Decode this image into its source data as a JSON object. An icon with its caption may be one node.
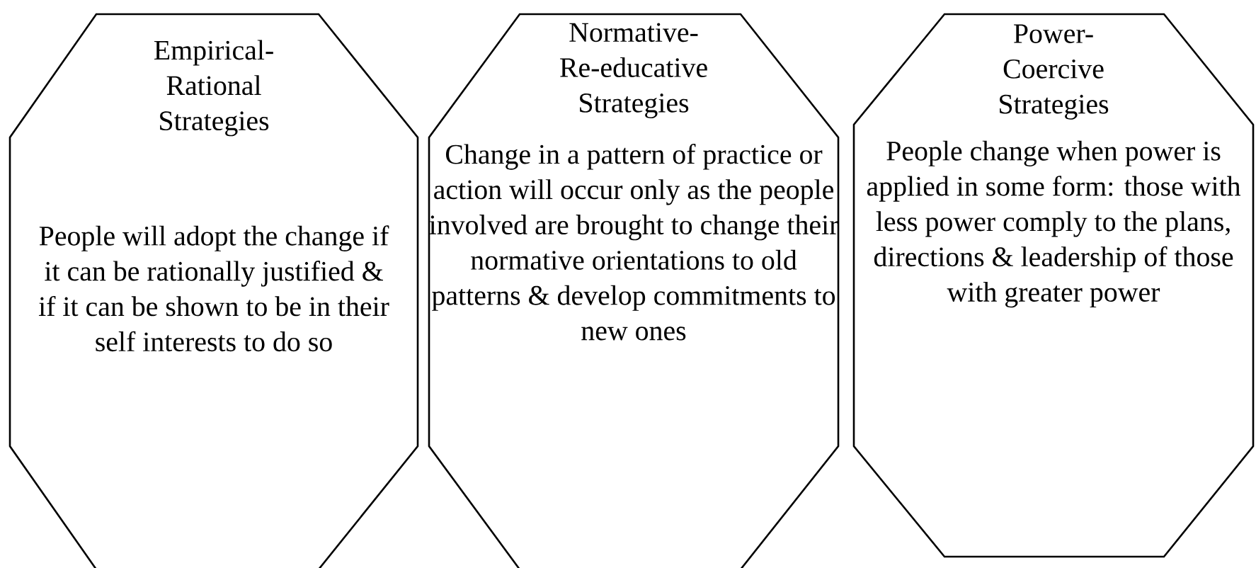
{
  "diagram": {
    "nodes": [
      {
        "text": [
          "Empirical- Rational Strategies",
          "People will adopt the change if it can be rationally justified & if it can be shown to be in their self interests to do so"
        ]
      },
      {
        "text": [
          "Normative- Re-educative Strategies",
          "Change in a pattern of practice or action will occur only as the people involved are brought to change their normative orientations  to old patterns & develop commitments to new ones"
        ]
      },
      {
        "text": [
          "Power- Coercive Strategies",
          "People change when power is applied in some form: those with less power comply to the plans, directions & leadership of those with greater power"
        ]
      }
    ]
  }
}
